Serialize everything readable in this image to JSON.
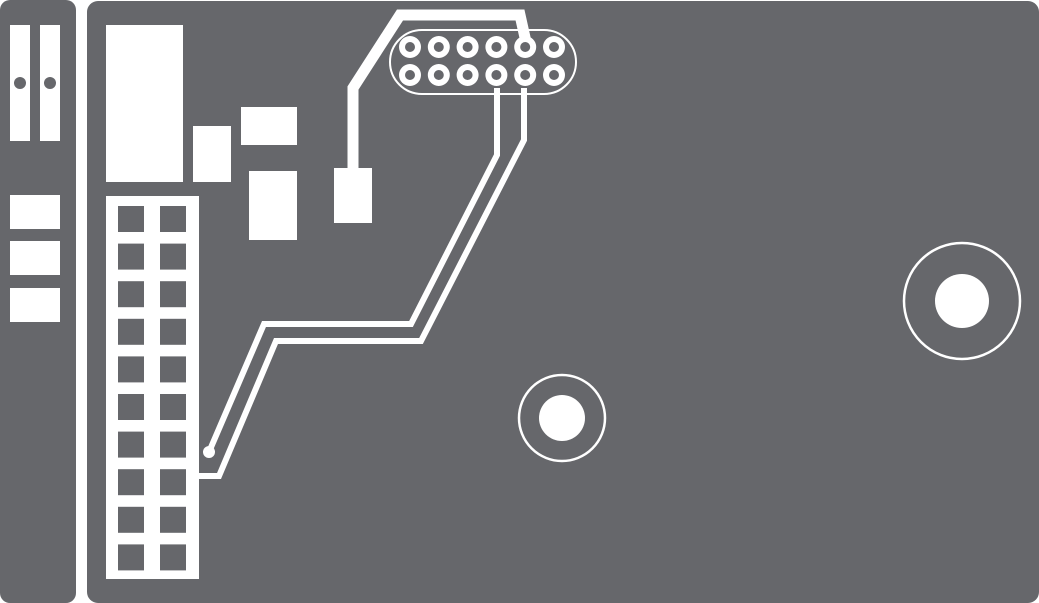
{
  "colors": {
    "board": "#66676b",
    "copper": "#ffffff",
    "background": "#ffffff"
  },
  "header_pins": {
    "columns": 6,
    "rows": 2
  },
  "connector_pins": {
    "columns": 2,
    "rows": 10
  }
}
